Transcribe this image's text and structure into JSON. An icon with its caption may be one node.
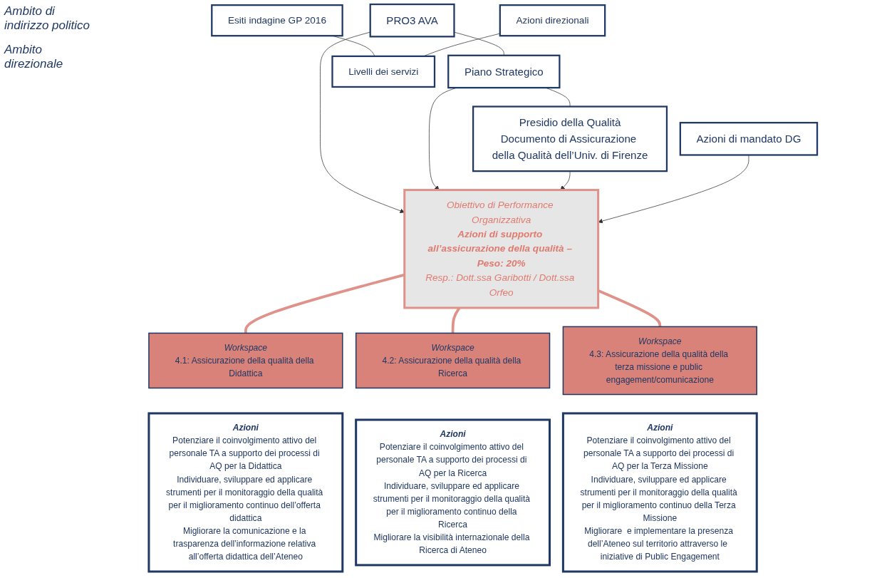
{
  "diagram": {
    "nodes": [
      {
        "text": [
          "PRO3 AVA"
        ]
      },
      {
        "text": [
          "Piano Strategico"
        ]
      },
      {
        "text": [
          "Presidio della Qualità",
          "Documento di Assicurazione della Qualità dell’Univ. di Firenze"
        ]
      },
      {
        "text": [
          "Azioni di mandato DG"
        ]
      },
      {
        "text": [
          "Obiettivo di Performance Organizzativa",
          "Azioni di supporto all’assicurazione della qualità – Peso: 20%",
          "Resp.: Dott.ssa Garibotti / Dott.ssa Orfeo"
        ]
      },
      {
        "text": [
          "Workspace",
          "4.1: Assicurazione della qualità della Didattica"
        ]
      },
      {
        "text": [
          "Workspace",
          "4.2: Assicurazione della qualità della Ricerca"
        ]
      },
      {
        "text": [
          "Workspace",
          "4.3: Assicurazione della qualità della terza missione e public engagement/comunicazione"
        ]
      },
      {
        "text": [
          "Azioni",
          "Potenziare il coinvolgimento attivo del personale TA a supporto dei processi di AQ per la Didattica",
          "Individuare, sviluppare ed applicare strumenti per il monitoraggio della qualità per il miglioramento continuo dell’offerta didattica",
          "Migliorare la comunicazione e la trasparenza dell’informazione relativa all’offerta didattica dell’Ateneo"
        ]
      },
      {
        "text": [
          "Azioni",
          "Potenziare il coinvolgimento attivo del personale TA a supporto dei processi di AQ per la Ricerca",
          "Individuare, sviluppare ed applicare strumenti per il monitoraggio della qualità per il miglioramento continuo della Ricerca",
          "Migliorare la visibilità internazionale della Ricerca di Ateneo"
        ]
      },
      {
        "text": [
          "Azioni",
          "Potenziare il coinvolgimento attivo del personale TA a supporto dei processi di AQ per la Terza Missione",
          "Individuare, sviluppare ed applicare strumenti per il monitoraggio della qualità per il miglioramento continuo della Terza Missione",
          "Migliorare  e implementare la presenza dell’Ateneo sul territorio attraverso le  iniziative di Public Engagement"
        ]
      },
      {
        "text": [
          "Esiti indagine GP 2016"
        ]
      },
      {
        "text": [
          "Livelli dei servizi"
        ]
      },
      {
        "text": [
          "Azioni direzionali"
        ]
      }
    ],
    "edges": [
      {
        "from": 0,
        "to": 1,
        "arrow": "none"
      },
      {
        "from": 1,
        "to": 2,
        "arrow": "none"
      },
      {
        "from": 0,
        "to": 4,
        "arrow": "to"
      },
      {
        "from": 1,
        "to": 4,
        "arrow": "to"
      },
      {
        "from": 2,
        "to": 4,
        "arrow": "to"
      },
      {
        "from": 3,
        "to": 4,
        "arrow": "to"
      },
      {
        "from": 4,
        "to": 5,
        "arrow": "none",
        "color": "#e0928a",
        "style": "thick"
      },
      {
        "from": 4,
        "to": 6,
        "arrow": "none",
        "color": "#e0928a",
        "style": "thick"
      },
      {
        "from": 4,
        "to": 7,
        "arrow": "none",
        "color": "#e0928a",
        "style": "thick"
      },
      {
        "from": 11,
        "to": 12,
        "arrow": "none"
      },
      {
        "from": 13,
        "to": 12,
        "arrow": "none"
      }
    ],
    "labels": [
      "Ambito di indirizzo politico",
      "Ambito direzionale"
    ]
  }
}
